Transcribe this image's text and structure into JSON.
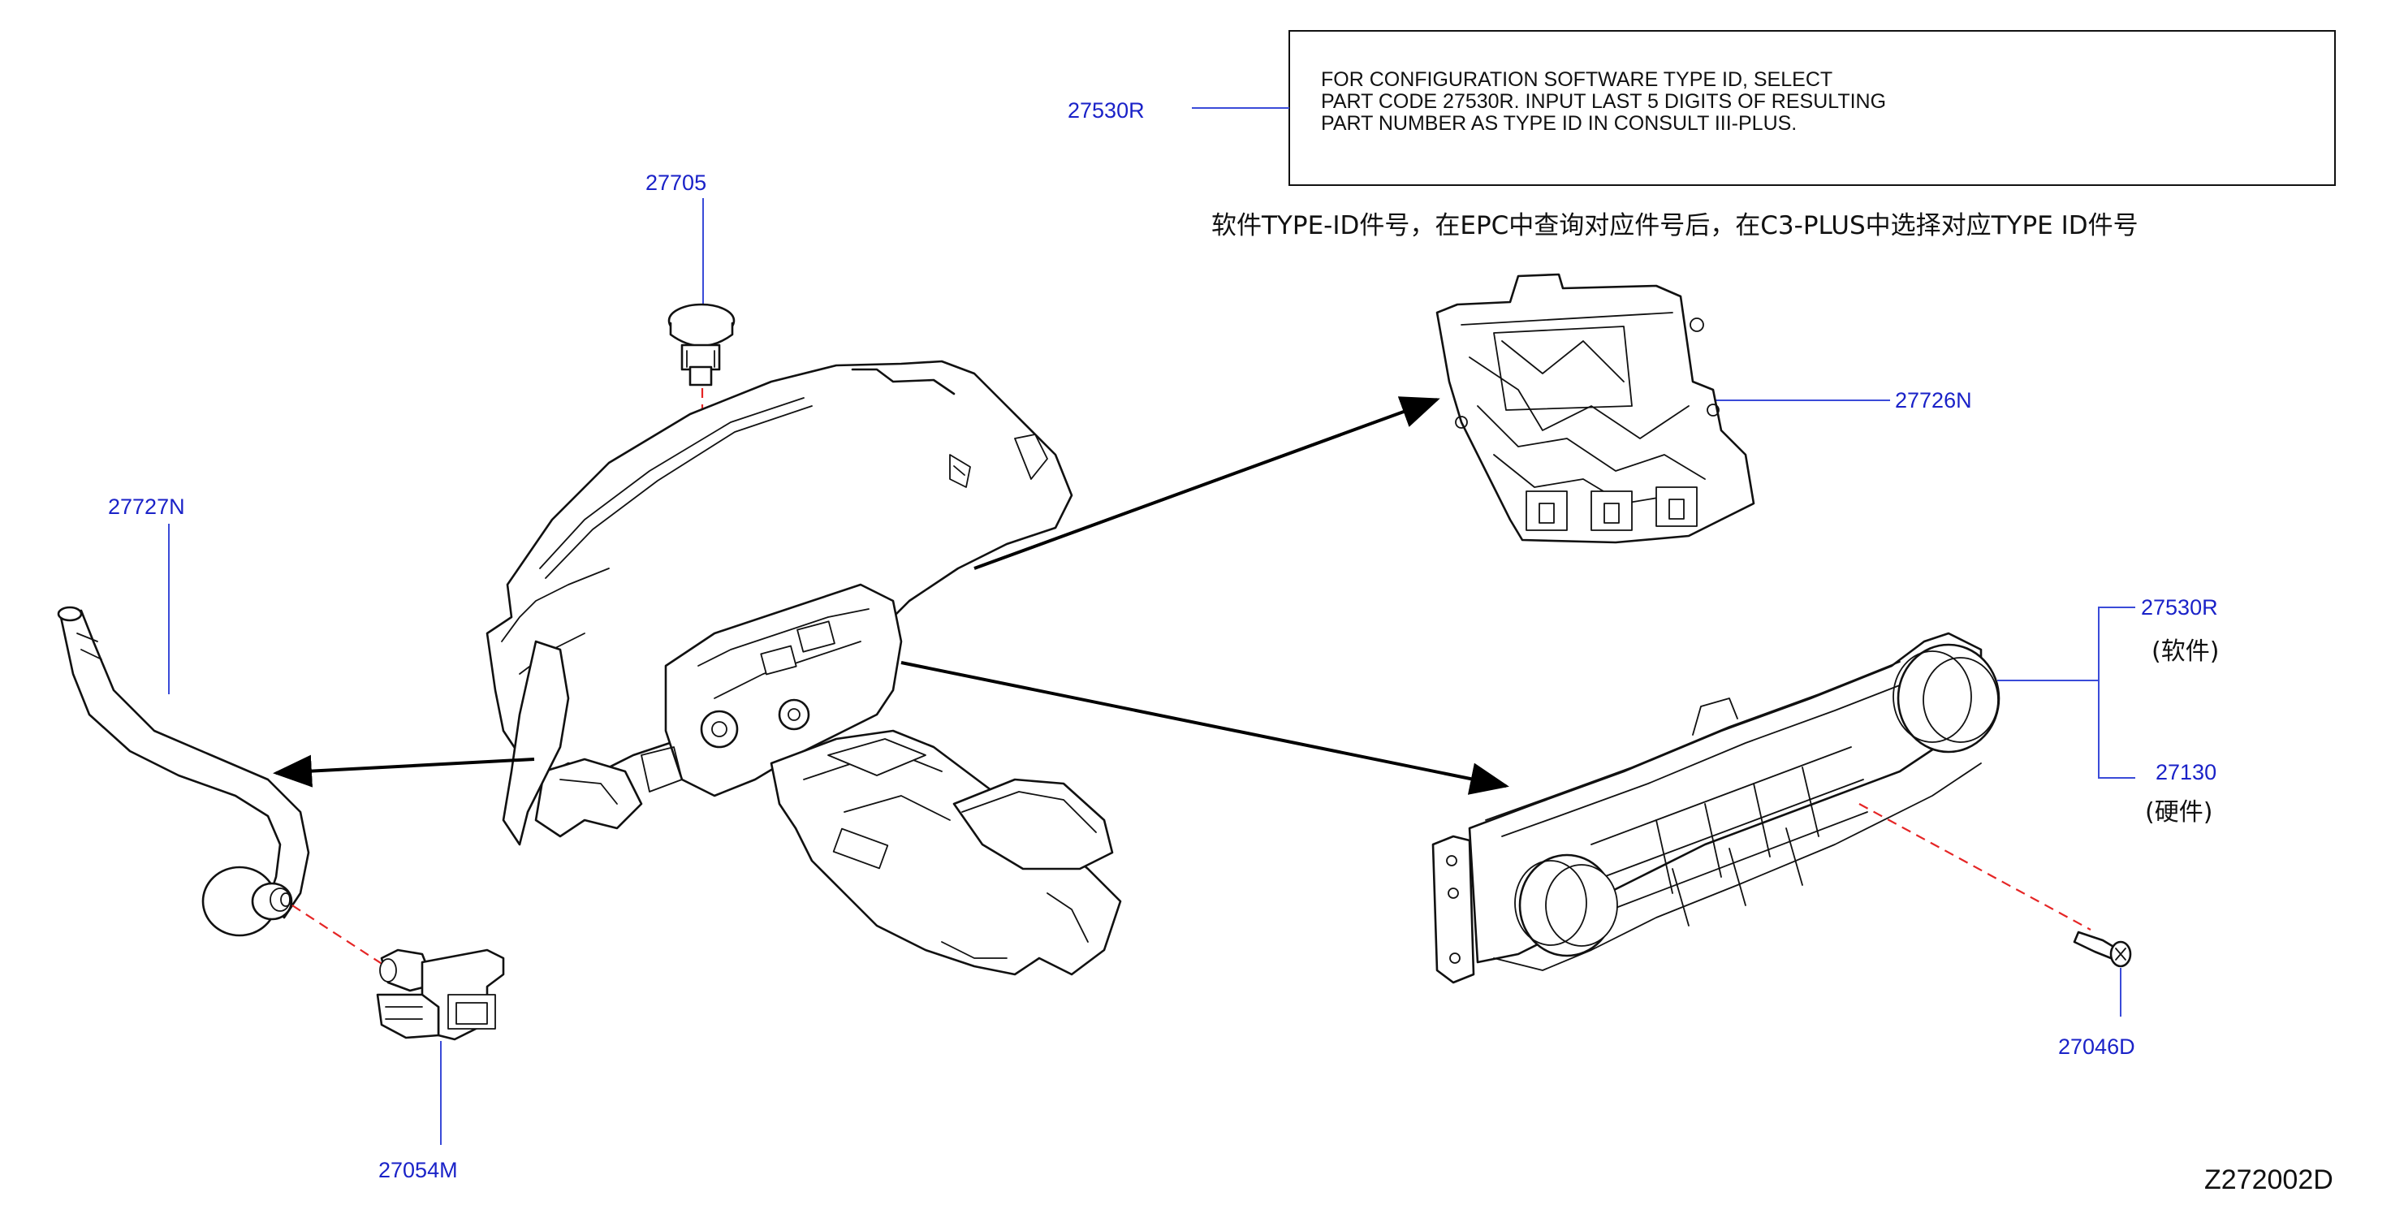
{
  "note": {
    "lines": [
      "FOR  CONFIGURATION  SOFTWARE  TYPE  ID,  SELECT",
      "PART  CODE  27530R.  INPUT  LAST  5  DIGITS   OF RESULTING",
      "PART NUMBER AS TYPE ID   IN CONSULT III-PLUS."
    ],
    "chinese": "软件TYPE-ID件号，在EPC中查询对应件号后，在C3-PLUS中选择对应TYPE   ID件号"
  },
  "parts": {
    "p27530R_note": "27530R",
    "p27705": "27705",
    "p27727N": "27727N",
    "p27726N": "27726N",
    "p27530R": "27530R",
    "p27530R_cn": "(软件)",
    "p27130": "27130",
    "p27130_cn": "(硬件)",
    "p27046D": "27046D",
    "p27054M": "27054M"
  },
  "diagram_code": "Z272002D",
  "colors": {
    "part_label": "#1a22c8",
    "leader": "#3a4bd8",
    "dash": "#e52525",
    "line": "#111111"
  }
}
